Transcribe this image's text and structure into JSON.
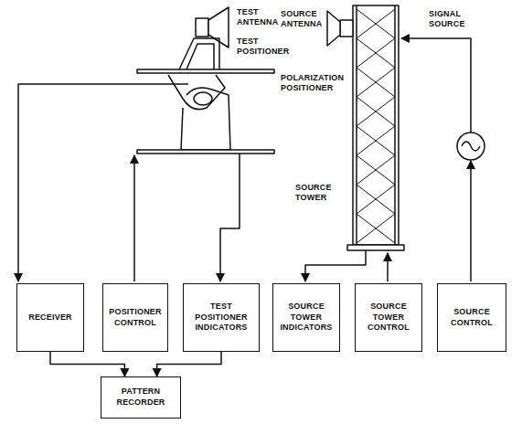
{
  "diagram": {
    "nodes": [
      {
        "text": [
          "RECEIVER"
        ]
      },
      {
        "text": [
          "POSITIONER CONTROL"
        ]
      },
      {
        "text": [
          "TEST POSITIONER INDICATORS"
        ]
      },
      {
        "text": [
          "SOURCE TOWER INDICATORS"
        ]
      },
      {
        "text": [
          "SOURCE TOWER CONTROL"
        ]
      },
      {
        "text": [
          "SOURCE CONTROL"
        ]
      },
      {
        "text": [
          "PATTERN RECORDER"
        ]
      }
    ],
    "edges": [
      {
        "from": 0,
        "to": 6,
        "arrow": "to"
      },
      {
        "from": 2,
        "to": 6,
        "arrow": "to"
      }
    ],
    "labels": [
      "TEST ANTENNA",
      "TEST POSITIONER",
      "SOURCE ANTENNA",
      "POLARIZATION POSITIONER",
      "SOURCE TOWER",
      "SIGNAL SOURCE"
    ]
  }
}
